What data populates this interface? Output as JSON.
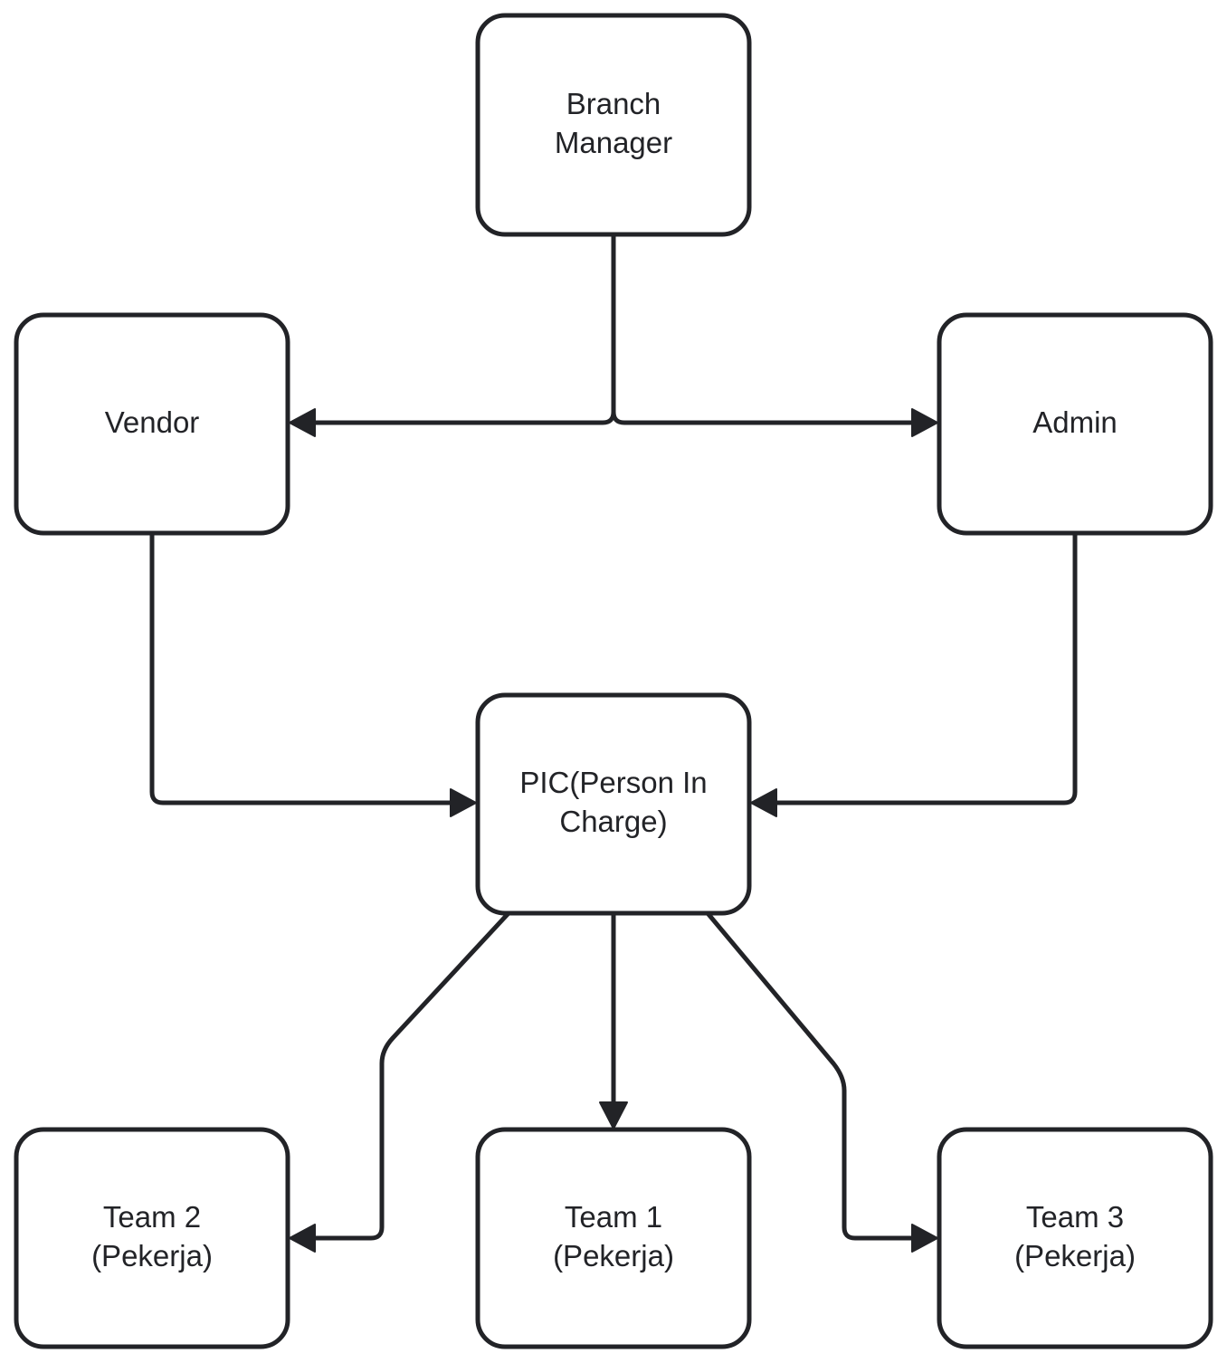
{
  "colors": {
    "stroke": "#222327",
    "fill": "#ffffff",
    "text": "#222327"
  },
  "nodes": {
    "branch_manager": {
      "lines": [
        "Branch",
        "Manager"
      ]
    },
    "vendor": {
      "lines": [
        "Vendor"
      ]
    },
    "admin": {
      "lines": [
        "Admin"
      ]
    },
    "pic": {
      "lines": [
        "PIC(Person In",
        "Charge)"
      ]
    },
    "team2": {
      "lines": [
        "Team 2",
        "(Pekerja)"
      ]
    },
    "team1": {
      "lines": [
        "Team 1",
        "(Pekerja)"
      ]
    },
    "team3": {
      "lines": [
        "Team 3",
        "(Pekerja)"
      ]
    }
  },
  "edges": [
    {
      "from": "branch_manager",
      "to": "vendor"
    },
    {
      "from": "branch_manager",
      "to": "admin"
    },
    {
      "from": "vendor",
      "to": "pic"
    },
    {
      "from": "admin",
      "to": "pic"
    },
    {
      "from": "pic",
      "to": "team2"
    },
    {
      "from": "pic",
      "to": "team1"
    },
    {
      "from": "pic",
      "to": "team3"
    }
  ]
}
